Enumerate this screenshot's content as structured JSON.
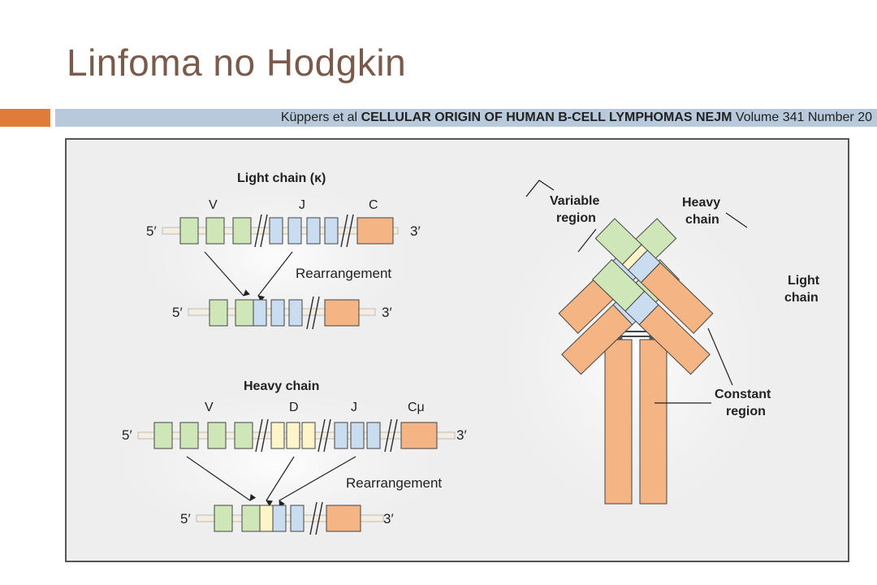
{
  "slide": {
    "title": "Linfoma no Hodgkin",
    "source_plain_1": "Küppers et al ",
    "source_bold": "CELLULAR ORIGIN OF HUMAN B-CELL LYMPHOMAS NEJM",
    "source_plain_2": " Volume 341 Number 20"
  },
  "colors": {
    "v_segment": "#cfe6b8",
    "j_segment": "#c9dcf0",
    "d_segment": "#fdf5c9",
    "c_segment": "#f4b483",
    "accent": "#e07b39"
  },
  "light_chain": {
    "title": "Light chain (κ)",
    "v": "V",
    "j": "J",
    "c": "C",
    "five": "5′",
    "three": "3′",
    "rearrangement": "Rearrangement"
  },
  "heavy_chain": {
    "title": "Heavy chain",
    "v": "V",
    "d": "D",
    "j": "J",
    "c": "Cμ",
    "five": "5′",
    "three": "3′",
    "rearrangement": "Rearrangement"
  },
  "antibody": {
    "variable_region_1": "Variable",
    "variable_region_2": "region",
    "heavy_chain_1": "Heavy",
    "heavy_chain_2": "chain",
    "light_chain_1": "Light",
    "light_chain_2": "chain",
    "constant_region_1": "Constant",
    "constant_region_2": "region"
  }
}
